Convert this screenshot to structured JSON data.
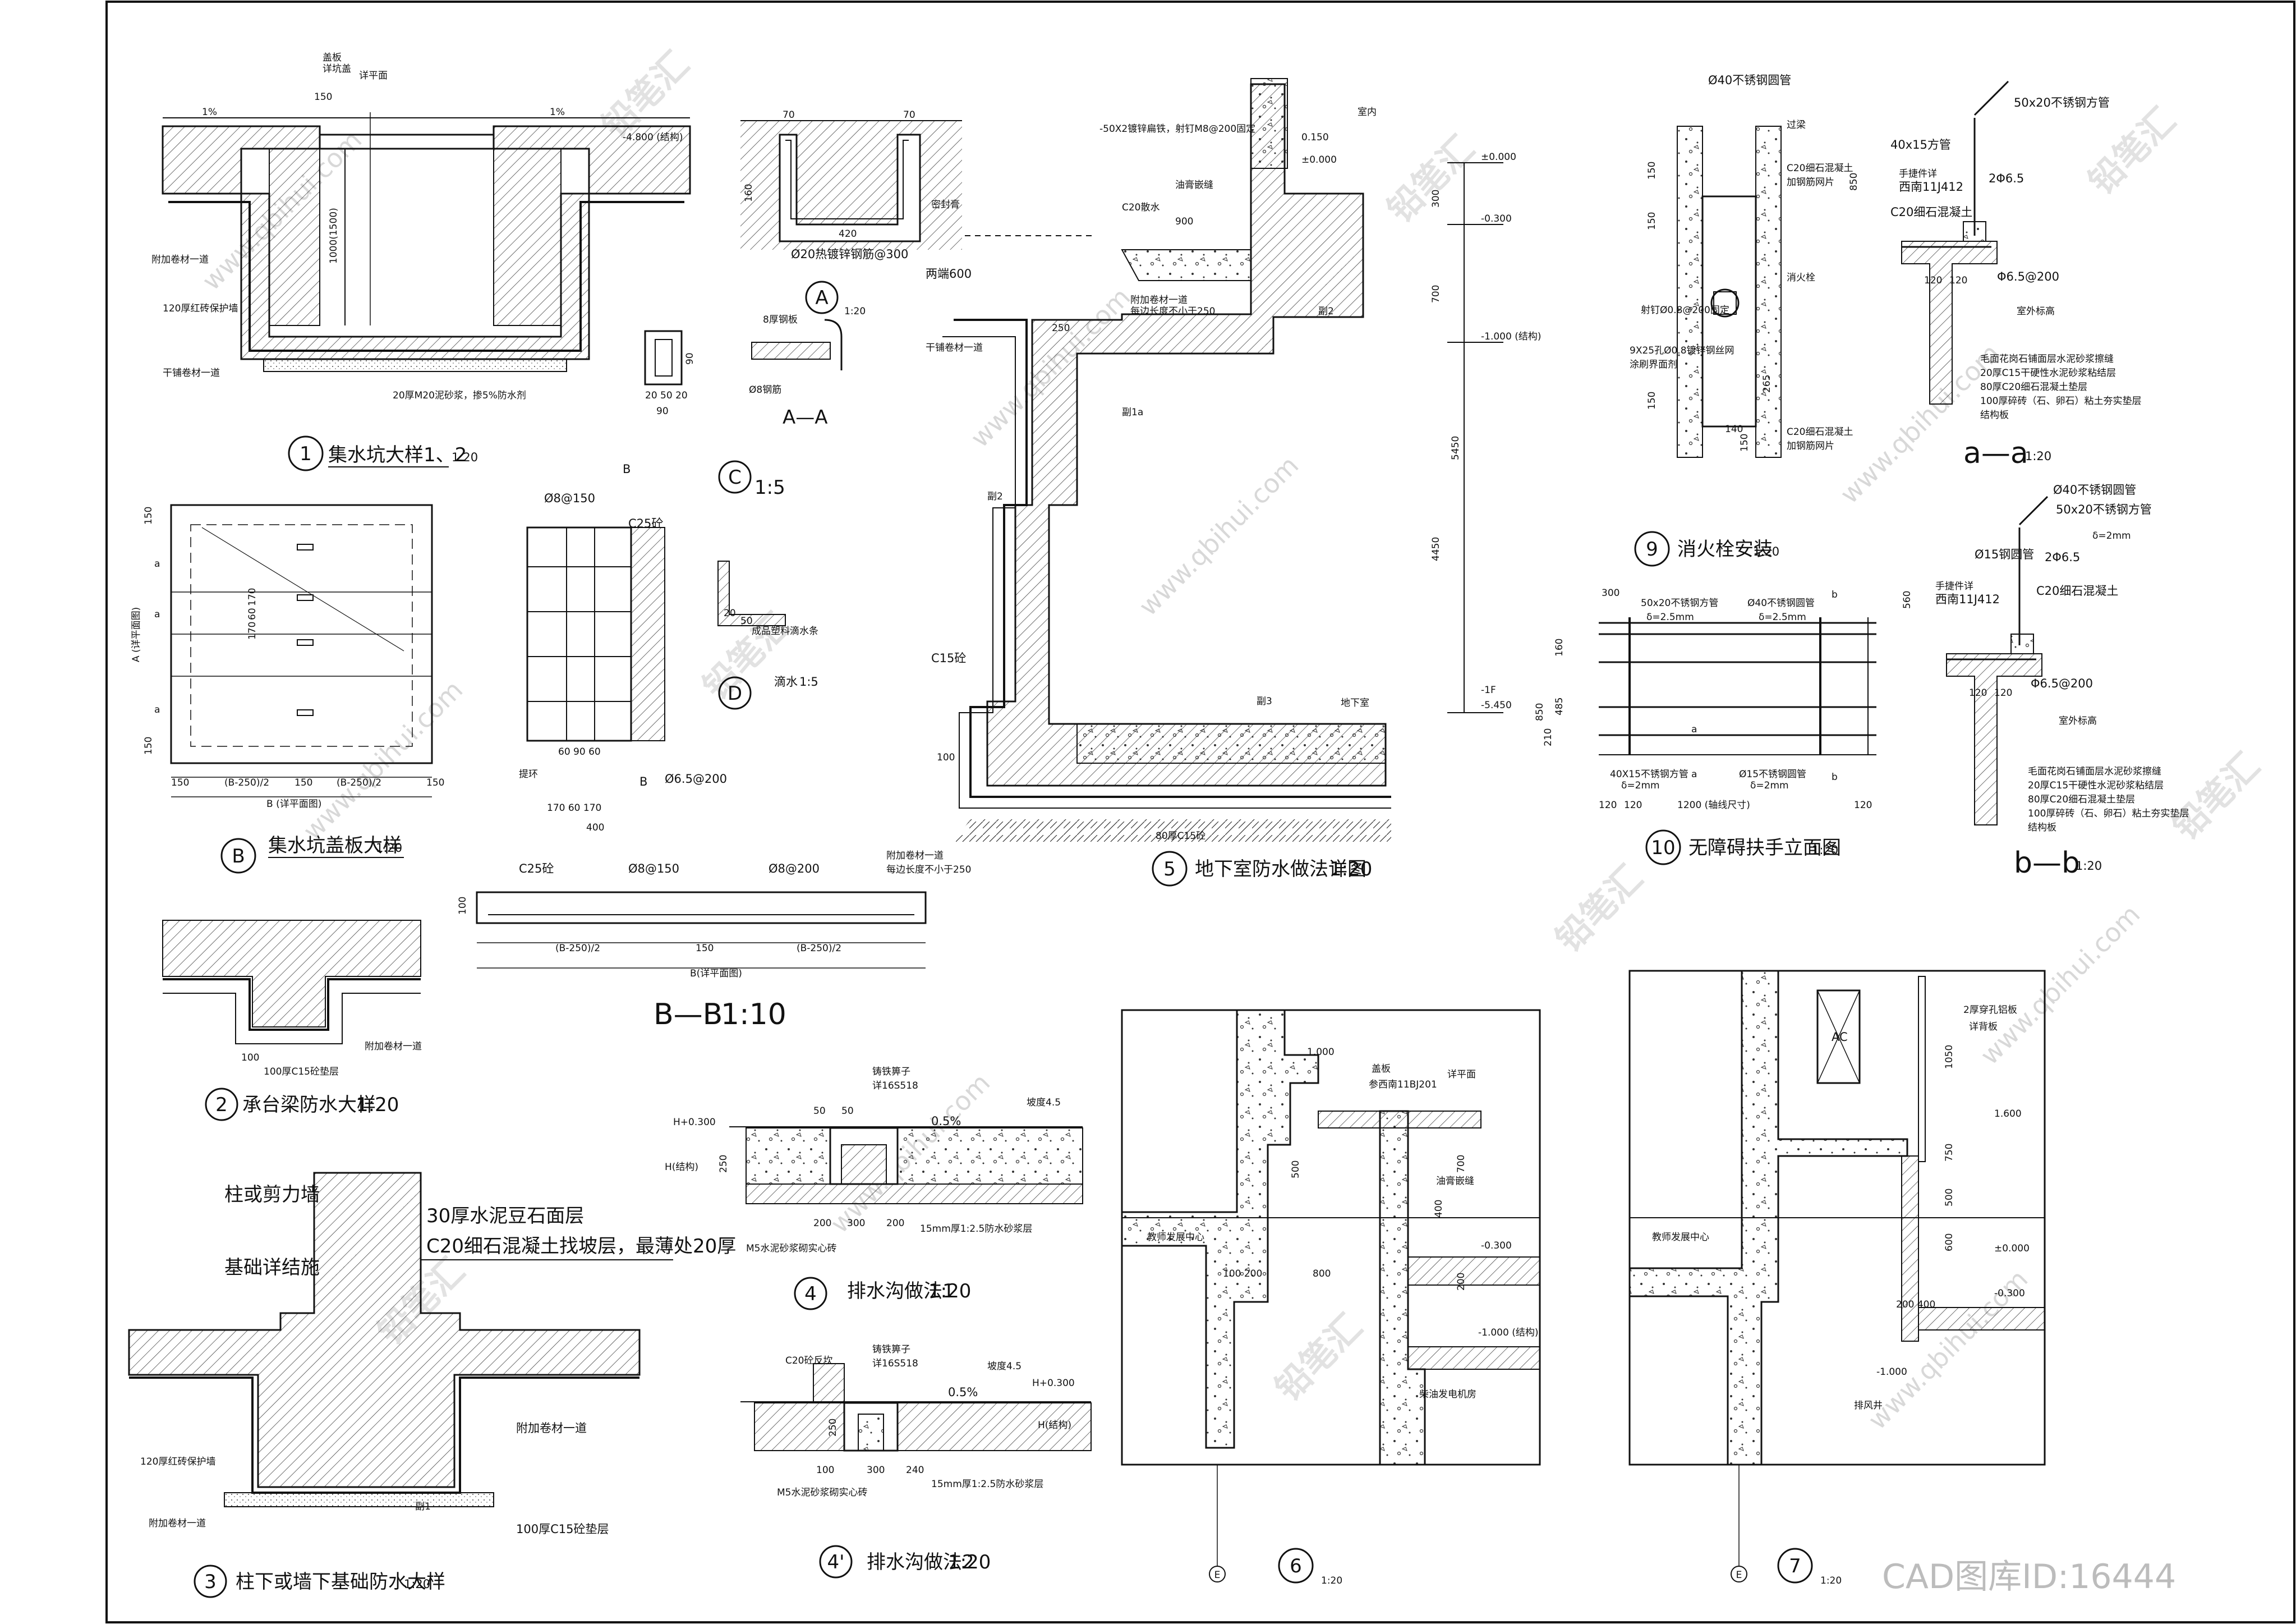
{
  "sheet": {
    "watermark_site": "www.qbihui.com",
    "watermark_brand": "铅笔汇",
    "corner_text": "CAD图库ID:16444"
  },
  "d1": {
    "num": "1",
    "title": "集水坑大样1、2",
    "scale": "1:20",
    "labels": [
      "盖板",
      "详坑盖",
      "详平面",
      "1%",
      "1%",
      "150",
      "-4.800 (结构)",
      "1000(1500)",
      "附加卷材一道",
      "120厚红砖保护墙",
      "干铺卷材一道",
      "20厚M20泥砂浆，掺5%防水剂"
    ]
  },
  "dA": {
    "labels": [
      "70",
      "160",
      "70",
      "420",
      "Ø20热镀锌钢筋@300",
      "两端600",
      "密封膏",
      "A",
      "1:20"
    ]
  },
  "dC": {
    "labels": [
      "8厚钢板",
      "Ø8钢筋",
      "A—A",
      "90",
      "20 50 20",
      "90",
      "C",
      "1:5"
    ]
  },
  "dD": {
    "labels": [
      "D",
      "滴水",
      "1:5",
      "成品塑料滴水条",
      "20",
      "50"
    ]
  },
  "dB": {
    "title": "集水坑盖板大样",
    "scale": "1:20",
    "num": "B",
    "labels": [
      "150",
      "150",
      "a",
      "a",
      "a",
      "170",
      "60",
      "170",
      "(B-250)/2",
      "150",
      "(B-250)/2",
      "150",
      "B (详平面图)",
      "A (详平面图)",
      "150"
    ]
  },
  "dBB": {
    "title": "B—B",
    "scale": "1:10",
    "labels": [
      "C25砼",
      "Ø8@150",
      "Ø8@200",
      "100",
      "(B-250)/2",
      "150",
      "(B-250)/2",
      "B(详平面图)",
      "Ø8@150",
      "C25砼",
      "Ø6.5@200",
      "提环",
      "60 90 60",
      "170 60 170",
      "400",
      "B",
      "B"
    ]
  },
  "d2": {
    "num": "2",
    "title": "承台梁防水大样",
    "scale": "1:20",
    "labels": [
      "100厚C15砼垫层",
      "附加卷材一道",
      "100"
    ]
  },
  "d3": {
    "num": "3",
    "title": "柱下或墙下基础防水大样",
    "scale": "1:20",
    "labels": [
      "柱或剪力墙",
      "基础详结施",
      "30厚水泥豆石面层",
      "C20细石混凝土找坡层，最薄处20厚",
      "附加卷材一道",
      "120厚红砖保护墙",
      "100厚C15砼垫层",
      "附加卷材一道",
      "副1"
    ]
  },
  "d4": {
    "num": "4",
    "title": "排水沟做法1",
    "scale": "1:20",
    "labels": [
      "H+0.300",
      "H(结构)",
      "0.5%",
      "坡度4.5",
      "铸铁箅子",
      "详16S518",
      "250",
      "50",
      "50",
      "200",
      "300",
      "200",
      "M5水泥砂浆砌实心砖",
      "15mm厚1:2.5防水砂浆层"
    ]
  },
  "d4b": {
    "num": "4'",
    "title": "排水沟做法2",
    "scale": "1:20",
    "labels": [
      "C20砼反坎",
      "铸铁箅子",
      "详16S518",
      "H+0.300",
      "H(结构)",
      "0.5%",
      "坡度4.5",
      "250",
      "100",
      "300",
      "240",
      "M5水泥砂浆砌实心砖",
      "15mm厚1:2.5防水砂浆层"
    ]
  },
  "d5": {
    "num": "5",
    "title": "地下室防水做法详图",
    "scale": "1:20",
    "labels": [
      "-50X2镀锌扁铁，射钉M8@200固定",
      "油膏嵌缝",
      "C20散水",
      "900",
      "附加卷材一道",
      "每边长度不小于250",
      "250",
      "干铺卷材一道",
      "C15砼",
      "附加卷材一道",
      "每边长度不小于250",
      "100",
      "室内",
      "0.150",
      "±0.000",
      "地下室",
      "副1a",
      "副2",
      "副2",
      "副3",
      "80厚C15砼"
    ]
  },
  "dElev": {
    "labels": [
      "±0.000",
      "-0.300",
      "-1.000 (结构)",
      "-1F",
      "-5.450",
      "300",
      "700",
      "5450",
      "4450"
    ]
  },
  "d9": {
    "num": "9",
    "title": "消火栓安装",
    "scale": "1:20",
    "labels": [
      "Ø40不锈钢圆管",
      "过梁",
      "C20细石混凝土",
      "加钢筋网片",
      "消火栓",
      "射钉Ø0.8@200固定",
      "9X25孔Ø0.8镀锌钢丝网",
      "涂刷界面剂",
      "C20细石混凝土",
      "加钢筋网片",
      "150",
      "150",
      "265",
      "150",
      "140",
      "150"
    ]
  },
  "d10": {
    "num": "10",
    "title": "无障碍扶手立面图",
    "scale": "1:20",
    "labels": [
      "50x20不锈钢方管",
      "δ=2.5mm",
      "Ø40不锈钢圆管",
      "δ=2.5mm",
      "40X15不锈钢方管",
      "δ=2mm",
      "Ø15不锈钢圆管",
      "δ=2mm",
      "300",
      "120",
      "1200 (轴线尺寸)",
      "120",
      "a",
      "a",
      "b",
      "b",
      "850",
      "160",
      "485",
      "210",
      "120"
    ]
  },
  "dAA": {
    "title": "a—a",
    "scale": "1:20",
    "labels": [
      "50x20不锈钢方管",
      "40x15方管",
      "手捷件详",
      "西南11J412",
      "C20细石混凝土",
      "2Φ6.5",
      "Φ6.5@200",
      "室外标高",
      "毛面花岗石铺面层水泥砂浆擦缝",
      "20厚C15干硬性水泥砂浆粘结层",
      "80厚C20细石混凝土垫层",
      "100厚碎砖（石、卵石）粘土夯实垫层",
      "结构板",
      "850",
      "120",
      "120"
    ]
  },
  "dBB2": {
    "title": "b—b",
    "scale": "1:20",
    "labels": [
      "Ø40不锈钢圆管",
      "50x20不锈钢方管",
      "δ=2mm",
      "Ø15钢圆管",
      "2Φ6.5",
      "手捷件详",
      "西南11J412",
      "C20细石混凝土",
      "Φ6.5@200",
      "室外标高",
      "毛面花岗石铺面层水泥砂浆擦缝",
      "20厚C15干硬性水泥砂浆粘结层",
      "80厚C20细石混凝土垫层",
      "100厚碎砖（石、卵石）粘土夯实垫层",
      "结构板",
      "560",
      "120",
      "120"
    ]
  },
  "d6": {
    "num": "6",
    "scale": "1:20",
    "labels": [
      "1.000",
      "盖板",
      "参西南11BJ201",
      "详平面",
      "油膏嵌缝",
      "-0.300",
      "-1.000 (结构)",
      "教师发展中心",
      "柴油发电机房",
      "800",
      "100 200",
      "500",
      "700",
      "400",
      "200",
      "E"
    ]
  },
  "d7": {
    "num": "7",
    "scale": "1:20",
    "labels": [
      "2厚穿孔铝板",
      "详背板",
      "1.600",
      "±0.000",
      "-0.300",
      "-1.000",
      "1050",
      "750",
      "500",
      "600",
      "200 400",
      "教师发展中心",
      "排风井",
      "AC",
      "E"
    ]
  }
}
